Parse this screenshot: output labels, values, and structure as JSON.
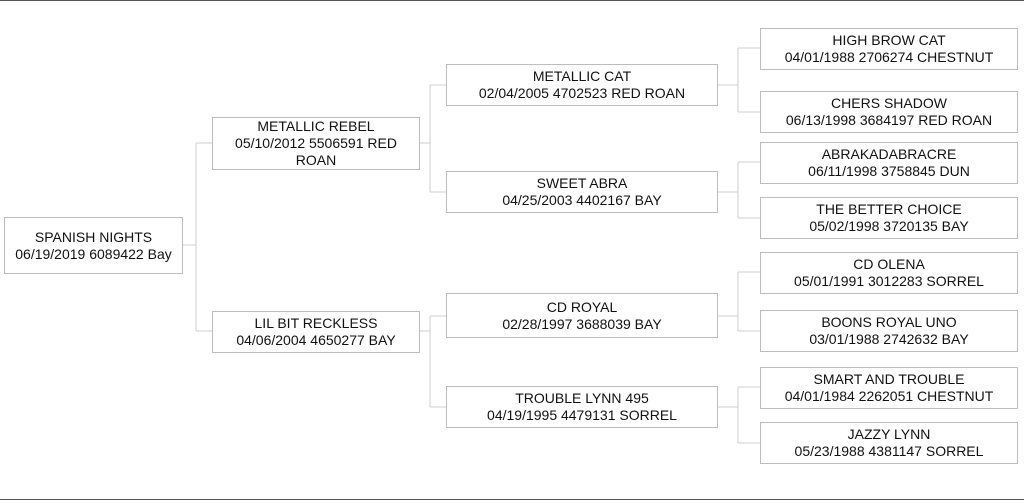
{
  "pedigree": {
    "subject": {
      "name": "SPANISH NIGHTS",
      "info": "06/19/2019 6089422 Bay"
    },
    "sire": {
      "name": "METALLIC REBEL",
      "info": "05/10/2012 5506591 RED ROAN"
    },
    "dam": {
      "name": "LIL BIT RECKLESS",
      "info": "04/06/2004 4650277 BAY"
    },
    "sire_sire": {
      "name": "METALLIC CAT",
      "info": "02/04/2005 4702523 RED ROAN"
    },
    "sire_dam": {
      "name": "SWEET ABRA",
      "info": "04/25/2003 4402167 BAY"
    },
    "dam_sire": {
      "name": "CD ROYAL",
      "info": "02/28/1997 3688039 BAY"
    },
    "dam_dam": {
      "name": "TROUBLE LYNN 495",
      "info": "04/19/1995 4479131 SORREL"
    },
    "ss_sire": {
      "name": "HIGH BROW CAT",
      "info": "04/01/1988 2706274 CHESTNUT"
    },
    "ss_dam": {
      "name": "CHERS SHADOW",
      "info": "06/13/1998 3684197 RED ROAN"
    },
    "sd_sire": {
      "name": "ABRAKADABRACRE",
      "info": "06/11/1998 3758845 DUN"
    },
    "sd_dam": {
      "name": "THE BETTER CHOICE",
      "info": "05/02/1998 3720135 BAY"
    },
    "ds_sire": {
      "name": "CD OLENA",
      "info": "05/01/1991 3012283 SORREL"
    },
    "ds_dam": {
      "name": "BOONS ROYAL UNO",
      "info": "03/01/1988 2742632 BAY"
    },
    "dd_sire": {
      "name": "SMART AND TROUBLE",
      "info": "04/01/1984 2262051 CHESTNUT"
    },
    "dd_dam": {
      "name": "JAZZY LYNN",
      "info": "05/23/1988 4381147 SORREL"
    }
  }
}
